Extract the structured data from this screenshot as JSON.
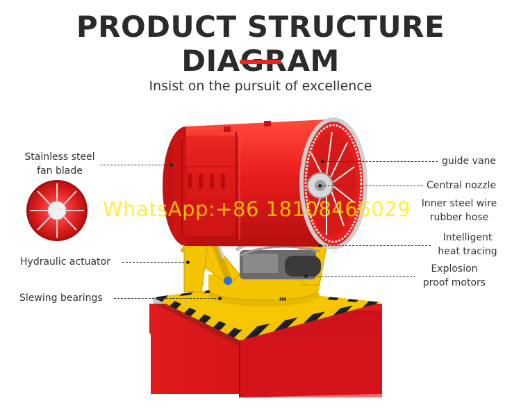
{
  "header": {
    "title": "PRODUCT STRUCTURE DIAGRAM",
    "subtitle": "Insist on the pursuit of excellence"
  },
  "labels": {
    "stainless_steel_fan_blade": [
      "Stainless steel",
      "fan blade"
    ],
    "hydraulic_actuator": "Hydraulic actuator",
    "slewing_bearings": "Slewing bearings",
    "guide_vane": "guide vane",
    "central_nozzle": "Central nozzle",
    "inner_steel_wire_rubber_hose": [
      "Inner steel wire",
      "rubber hose"
    ],
    "intelligent_heat_tracing": [
      "Intelligent",
      "heat tracing"
    ],
    "explosion_proof_motors": [
      "Explosion",
      "proof motors"
    ]
  },
  "watermark": "WhatsApp:+86 18108466029",
  "colors": {
    "accent": "#e8261f",
    "machine_red": "#e81c1c",
    "frame_yellow": "#f5c400",
    "text": "#333333"
  }
}
